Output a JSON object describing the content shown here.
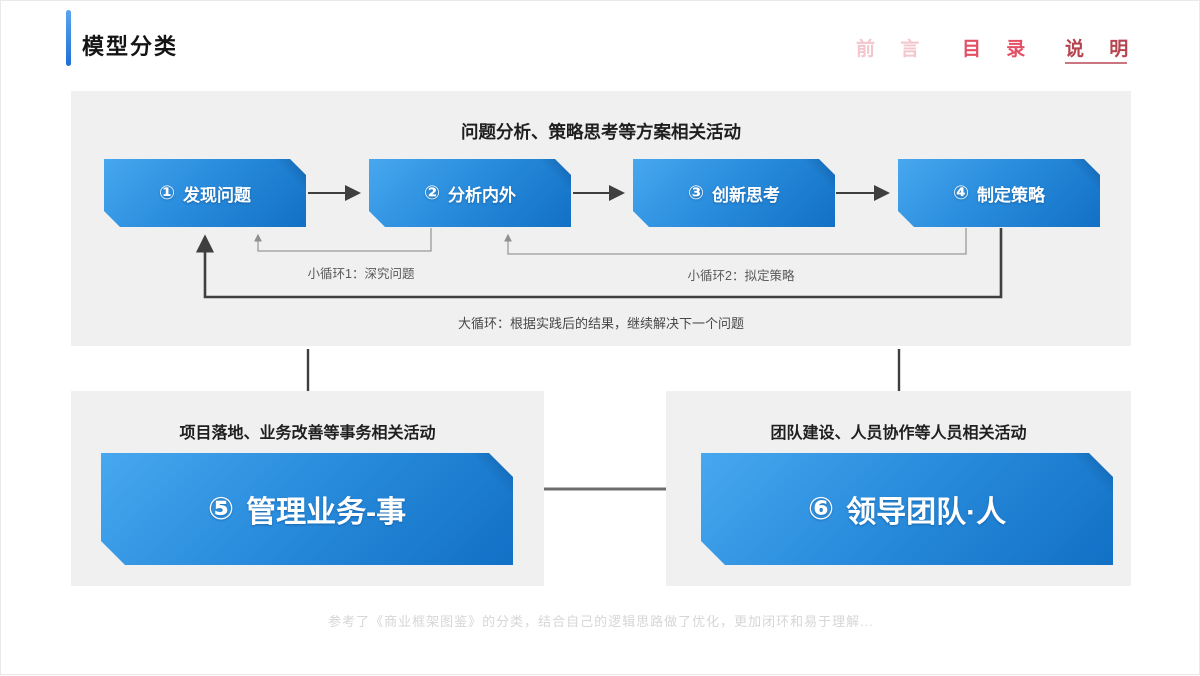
{
  "header": {
    "title": "模型分类"
  },
  "nav": {
    "items": [
      {
        "label": "前 言",
        "state": "inactive"
      },
      {
        "label": "目 录",
        "state": "normal"
      },
      {
        "label": "说 明",
        "state": "active-underlined"
      }
    ]
  },
  "top_panel": {
    "title": "问题分析、策略思考等方案相关活动",
    "steps": [
      {
        "num": "①",
        "label": "发现问题"
      },
      {
        "num": "②",
        "label": "分析内外"
      },
      {
        "num": "③",
        "label": "创新思考"
      },
      {
        "num": "④",
        "label": "制定策略"
      }
    ],
    "loop1_label": "小循环1：深究问题",
    "loop2_label": "小循环2：拟定策略",
    "big_loop_label": "大循环：根据实践后的结果，继续解决下一个问题"
  },
  "left_panel": {
    "title": "项目落地、业务改善等事务相关活动",
    "step": {
      "num": "⑤",
      "label": "管理业务-事"
    }
  },
  "right_panel": {
    "title": "团队建设、人员协作等人员相关活动",
    "step": {
      "num": "⑥",
      "label": "领导团队·人"
    }
  },
  "footer": {
    "note": "参考了《商业框架图鉴》的分类，结合自己的逻辑思路做了优化，更加闭环和易于理解..."
  },
  "colors": {
    "accent_blue": "#1e6fd6",
    "banner_gradient_start": "#47a8ef",
    "banner_gradient_end": "#1270c5",
    "nav_red": "#e44f63",
    "nav_dark_red": "#b5454f",
    "nav_faded_pink": "#f3c6cd",
    "panel_gray": "#f0f0f1",
    "wire_dark": "#3f3f3f",
    "wire_gray": "#9a9a9a"
  }
}
